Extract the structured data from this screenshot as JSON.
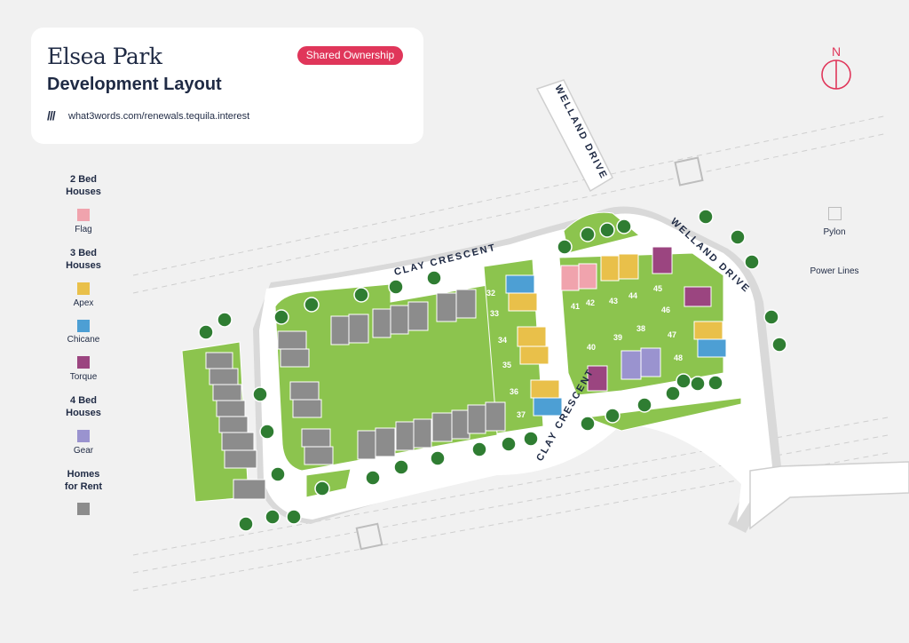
{
  "header": {
    "brand": "Elsea Park",
    "subtitle": "Development Layout",
    "badge": "Shared Ownership",
    "w3w_mark": "///",
    "w3w_address": "what3words.com/renewals.tequila.interest"
  },
  "compass": {
    "label": "N"
  },
  "legend": {
    "groups": [
      {
        "heading_line1": "2 Bed",
        "heading_line2": "Houses",
        "items": [
          {
            "name": "Flag",
            "color": "#f0a3ad"
          }
        ]
      },
      {
        "heading_line1": "3 Bed",
        "heading_line2": "Houses",
        "items": [
          {
            "name": "Apex",
            "color": "#e9c04a"
          },
          {
            "name": "Chicane",
            "color": "#4d9fd4"
          },
          {
            "name": "Torque",
            "color": "#9b4580"
          }
        ]
      },
      {
        "heading_line1": "4 Bed",
        "heading_line2": "Houses",
        "items": [
          {
            "name": "Gear",
            "color": "#9a93cf"
          }
        ]
      },
      {
        "heading_line1": "Homes",
        "heading_line2": "for Rent",
        "items": [
          {
            "name": "",
            "color": "#8c8c8c"
          }
        ]
      }
    ]
  },
  "map_key": {
    "pylon": "Pylon",
    "power_lines": "Power Lines"
  },
  "roads": {
    "clay_crescent_north": "CLAY CRESCENT",
    "clay_crescent_south": "CLAY CRESCENT",
    "welland_drive_north": "WELLAND DRIVE",
    "welland_drive_east": "WELLAND DRIVE"
  },
  "plot_numbers": [
    "32",
    "33",
    "34",
    "35",
    "36",
    "37",
    "38",
    "39",
    "40",
    "41",
    "42",
    "43",
    "44",
    "45",
    "46",
    "47",
    "48"
  ],
  "colors": {
    "lawn": "#8cc44e",
    "road": "#ffffff",
    "kerb": "#cfcfcf",
    "tree": "#2f7d32",
    "accent": "#e0365a",
    "rent": "#8c8c8c"
  }
}
